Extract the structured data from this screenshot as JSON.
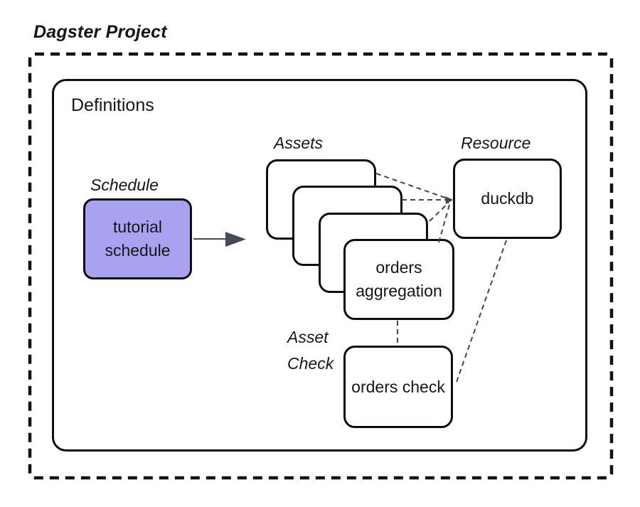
{
  "diagram": {
    "title": "Dagster Project",
    "definitions": {
      "label": "Definitions"
    },
    "schedule": {
      "section_label": "Schedule",
      "node_label": "tutorial schedule"
    },
    "assets": {
      "section_label": "Assets",
      "stacked_card_count": 4,
      "front_node_label": "orders aggregation"
    },
    "resource": {
      "section_label": "Resource",
      "node_label": "duckdb"
    },
    "asset_check": {
      "section_label": "Asset Check",
      "node_label": "orders check"
    },
    "colors": {
      "outer_border": "#111113",
      "node_border": "#0e0e11",
      "node_fill": "#ffffff",
      "schedule_fill": "#a8a2ef",
      "connector": "#3e4656",
      "arrow": "#454b57",
      "text": "#15161a"
    }
  }
}
